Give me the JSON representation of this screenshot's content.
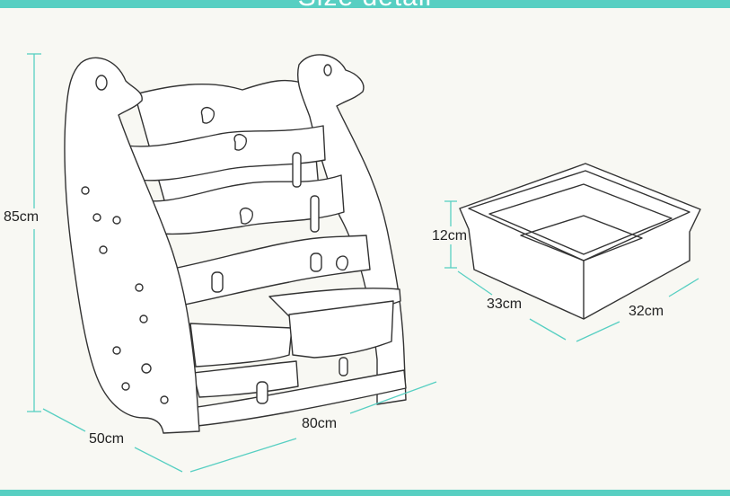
{
  "header": {
    "title": "Size detail"
  },
  "dimensions": {
    "height": "85cm",
    "depth": "50cm",
    "width": "80cm",
    "bin_height": "12cm",
    "bin_length": "33cm",
    "bin_width": "32cm"
  },
  "colors": {
    "accent": "#57cfc2",
    "line": "#3a3a3a",
    "background": "#f8f8f3"
  }
}
